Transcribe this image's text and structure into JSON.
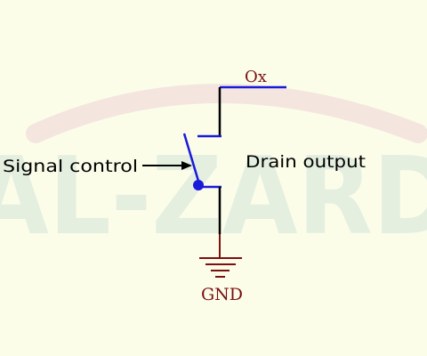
{
  "watermark": {
    "text": "AL-ZARD",
    "color": "#e3eee0",
    "arc_color": "#f6e8e0"
  },
  "labels": {
    "output_pin": "Ox",
    "signal": "Signal control",
    "drain": "Drain output",
    "ground": "GND"
  },
  "colors": {
    "background": "#fbfde9",
    "switch": "#1a1adb",
    "ground": "#7a1010",
    "label_dark_red": "#7a1010",
    "text": "#000000"
  },
  "icons": {
    "ground": "ground-symbol-icon",
    "switch": "switch-contact-icon",
    "arrow": "arrow-icon"
  }
}
